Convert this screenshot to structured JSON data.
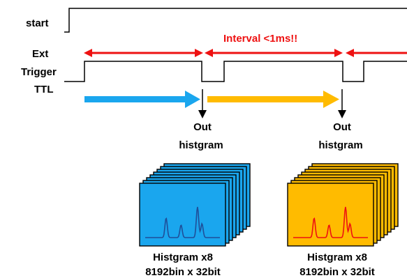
{
  "signals": {
    "start_label": "start",
    "trigger_label_1": "Ext",
    "trigger_label_2": "Trigger",
    "trigger_label_3": "TTL"
  },
  "interval": {
    "label": "Interval <1ms!!",
    "color": "#ee1111"
  },
  "outputs": [
    {
      "line1": "Out",
      "line2": "histgram"
    },
    {
      "line1": "Out",
      "line2": "histgram"
    }
  ],
  "histograms": [
    {
      "color": "#1aa6ee",
      "line_color": "#1f4f99",
      "caption_1": "Histgram x8",
      "caption_2": "8192bin x 32bit"
    },
    {
      "color": "#ffbb00",
      "line_color": "#ee1111",
      "caption_1": "Histgram x8",
      "caption_2": "8192bin x 32bit"
    }
  ],
  "colors": {
    "blue_arrow": "#1aa6ee",
    "yellow_arrow": "#ffbb00",
    "signal_line": "#000000"
  }
}
